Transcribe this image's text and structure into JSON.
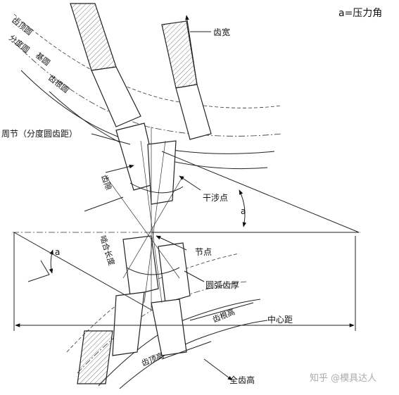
{
  "legend": {
    "pressure_angle": "a=压力角"
  },
  "labels": {
    "addendum_circle": "齿顶圆",
    "pitch_circle": "分度圆",
    "base_circle": "基圆",
    "dedendum_circle": "齿根圆",
    "tooth_width": "齿宽",
    "circular_pitch": "周节（分度圆齿距）",
    "tooth_space": "齿隙",
    "interference_point": "干涉点",
    "angle_a_right": "a",
    "angle_a_left": "a",
    "contact_length": "啮合长度",
    "pitch_point": "节点",
    "circular_thickness": "圆弧齿厚",
    "dedendum": "齿根高",
    "center_distance": "中心距",
    "addendum": "齿顶高",
    "whole_depth": "全齿高"
  },
  "watermark": {
    "text": "知乎 @模具达人"
  }
}
